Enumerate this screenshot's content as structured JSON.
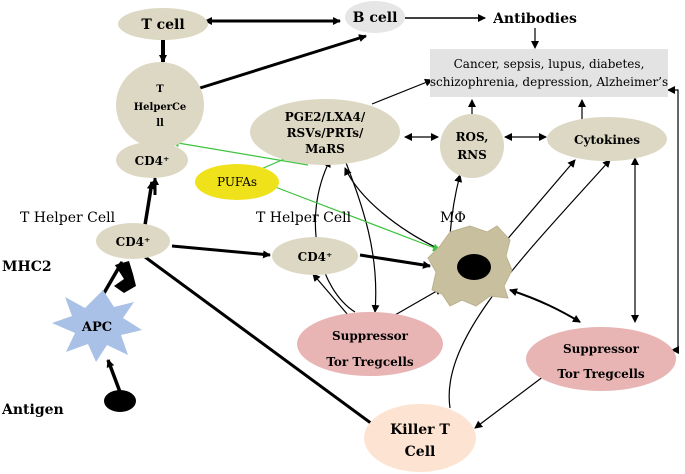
{
  "nodes": {
    "t_cell": "T cell",
    "b_cell": "B cell",
    "antibodies": "Antibodies",
    "diseases_line1": "Cancer, sepsis, lupus, diabetes,",
    "diseases_line2": "schizophrenia, depression, Alzheimer’s",
    "t_helper_cell_line1": "T",
    "t_helper_cell_line2": "HelperCe",
    "t_helper_cell_line3": "ll",
    "cd4_top": "CD4⁺",
    "mediators_line1": "PGE2/LXA4/",
    "mediators_line2": "RSVs/PRTs/",
    "mediators_line3": "MaRS",
    "ros_line1": "ROS,",
    "ros_line2": "RNS",
    "cytokines": "Cytokines",
    "pufas": "PUFAs",
    "t_helper_label_left": "T Helper Cell",
    "t_helper_label_mid": "T Helper Cell",
    "cd4_left": "CD4⁺",
    "cd4_mid": "CD4⁺",
    "macrophage": "MΦ",
    "mhc2": "MHC2",
    "apc": "APC",
    "antigen": "Antigen",
    "suppressor_left_line1": "Suppressor",
    "suppressor_left_line2": "Tor Tregcells",
    "suppressor_right_line1": "Suppressor",
    "suppressor_right_line2": "Tor Tregcells",
    "killer_line1": "Killer T",
    "killer_line2": "Cell"
  },
  "colors": {
    "tan": "#ddd8c4",
    "gray_box": "#e3e3e3",
    "b_cell": "#e6e6e6",
    "pufa": "#f0e21a",
    "pink": "#e8b4b4",
    "peach": "#fde3d2",
    "apc": "#a9c1e6",
    "macrophage": "#c8bf9e",
    "green_arrow": "#3cc43c",
    "black": "#000000"
  }
}
